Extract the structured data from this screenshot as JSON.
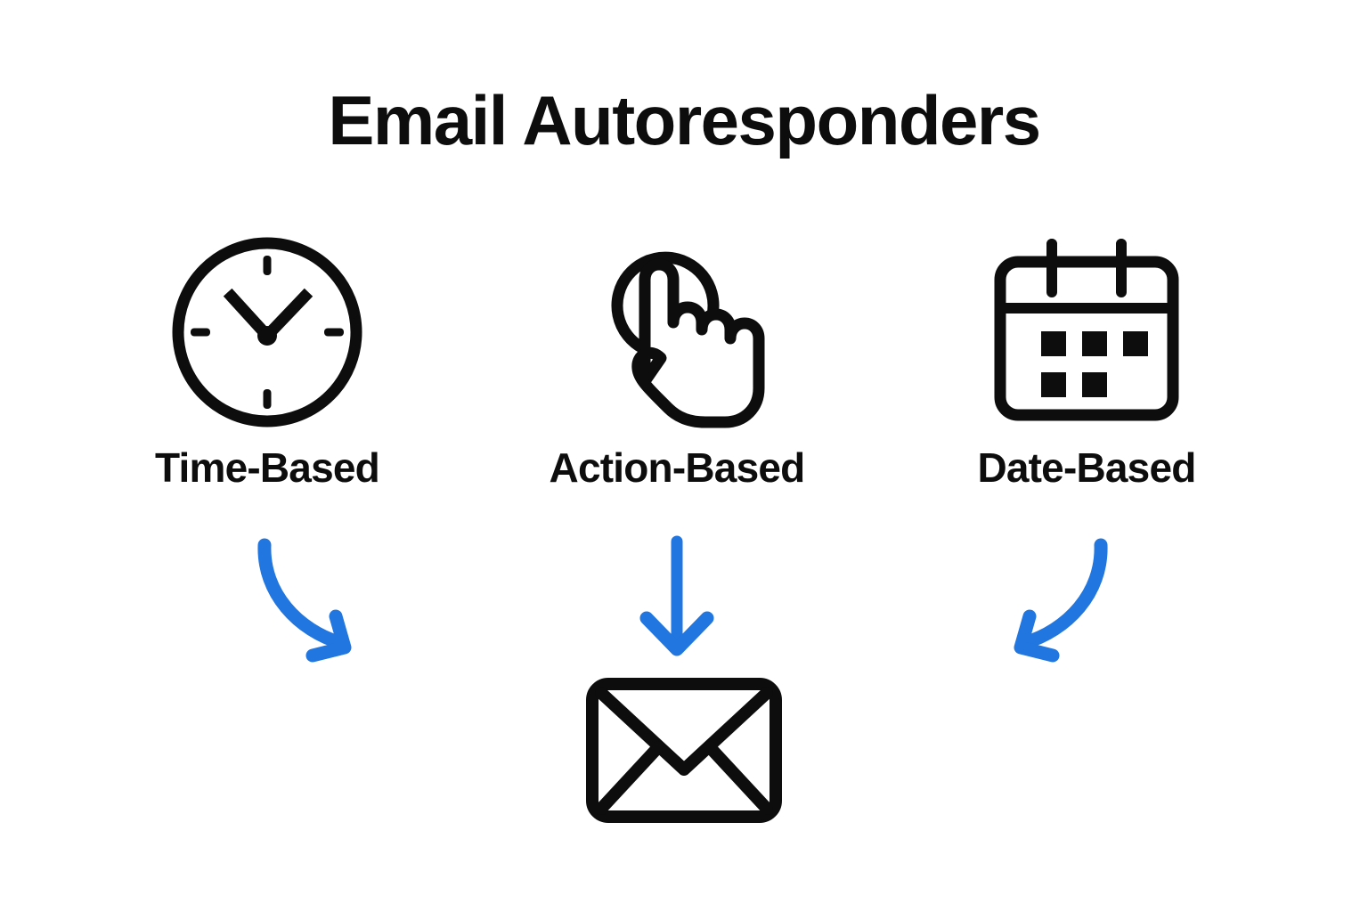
{
  "page": {
    "title": "Email Autoresponders",
    "background_color": "#ffffff",
    "ink_color": "#0d0d0d",
    "accent_color": "#2176e0"
  },
  "categories": [
    {
      "label": "Time-Based",
      "icon": "clock-icon",
      "arrow": "curved-arrow-right-down"
    },
    {
      "label": "Action-Based",
      "icon": "click-hand-icon",
      "arrow": "straight-arrow-down"
    },
    {
      "label": "Date-Based",
      "icon": "calendar-icon",
      "arrow": "curved-arrow-left-down"
    }
  ],
  "result": {
    "icon": "envelope-icon",
    "label": ""
  }
}
